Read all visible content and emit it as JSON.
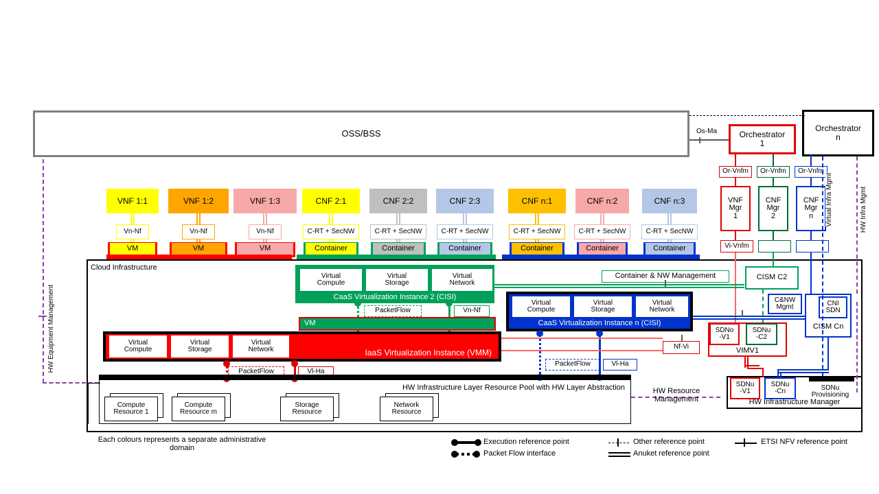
{
  "top": {
    "ossbss": "OSS/BSS",
    "os_ma": "Os-Ma",
    "orchestrator1": "Orchestrator",
    "orchestrator1_n": "1",
    "orchestrator_n": "Orchestrator",
    "orchestrator_n_n": "n"
  },
  "functions": [
    {
      "name": "VNF 1:1",
      "color": "#ffff00",
      "iface": "Vn-Nf",
      "exec": "VM",
      "exec_bg": "#ffff00",
      "exec_border": "#ff0000"
    },
    {
      "name": "VNF 1:2",
      "color": "#ffa500",
      "iface": "Vn-Nf",
      "exec": "VM",
      "exec_bg": "#ffa500",
      "exec_border": "#ff0000"
    },
    {
      "name": "VNF 1:3",
      "color": "#f7a8a8",
      "iface": "Vn-Nf",
      "exec": "VM",
      "exec_bg": "#f7a8a8",
      "exec_border": "#ff0000"
    },
    {
      "name": "CNF 2:1",
      "color": "#ffff00",
      "iface": "C-RT + SecNW",
      "exec": "Container",
      "exec_bg": "#ffff00",
      "exec_border": "#00a05a"
    },
    {
      "name": "CNF 2:2",
      "color": "#bfbfbf",
      "iface": "C-RT + SecNW",
      "exec": "Container",
      "exec_bg": "#bfbfbf",
      "exec_border": "#00a05a"
    },
    {
      "name": "CNF 2:3",
      "color": "#b4c7e7",
      "iface": "C-RT + SecNW",
      "exec": "Container",
      "exec_bg": "#b4c7e7",
      "exec_border": "#00a05a"
    },
    {
      "name": "CNF n:1",
      "color": "#ffc000",
      "iface": "C-RT + SecNW",
      "exec": "Container",
      "exec_bg": "#ffc000",
      "exec_border": "#0033cc"
    },
    {
      "name": "CNF n:2",
      "color": "#f7a8a8",
      "iface": "C-RT + SecNW",
      "exec": "Container",
      "exec_bg": "#f7a8a8",
      "exec_border": "#0033cc"
    },
    {
      "name": "CNF n:3",
      "color": "#b4c7e7",
      "iface": "C-RT + SecNW",
      "exec": "Container",
      "exec_bg": "#b4c7e7",
      "exec_border": "#0033cc"
    }
  ],
  "cloud": {
    "title": "Cloud Infrastructure",
    "cisi2": {
      "label": "CaaS Virtualization Instance 2 (CISI)",
      "resources": [
        "Virtual Compute",
        "Virtual Storage",
        "Virtual Network"
      ],
      "vm_label": "VM",
      "iface_packetflow": "PacketFlow",
      "iface_vnnf": "Vn-Nf"
    },
    "cisin": {
      "label": "CaaS Virtualization Instance n (CISI)",
      "resources": [
        "Virtual Compute",
        "Virtual Storage",
        "Virtual Network"
      ],
      "iface_packetflow": "PacketFlow",
      "iface_vlha": "Vl-Ha"
    },
    "vmm": {
      "label": "IaaS Virtualization Instance (VMM)",
      "resources": [
        "Virtual Compute",
        "Virtual Storage",
        "Virtual Network"
      ],
      "iface_packetflow": "PacketFlow",
      "iface_vlha": "Vl-Ha"
    },
    "hw_pool": {
      "label": "HW Infrastructure Layer Resource Pool with HW Layer Abstraction",
      "resources": [
        "Compute Resource 1",
        "Compute Resource m",
        "Storage Resource",
        "Network Resource"
      ]
    }
  },
  "management": {
    "or_vnfm": "Or-Vnfm",
    "vi_vnfm": "Vi-Vnfm",
    "nf_vi": "Nf-Vi",
    "managers": [
      {
        "l1": "VNF",
        "l2": "Mgr",
        "l3": "1",
        "color": "#e00000"
      },
      {
        "l1": "CNF",
        "l2": "Mgr",
        "l3": "2",
        "color": "#006b33"
      },
      {
        "l1": "CNF",
        "l2": "Mgr",
        "l3": "n",
        "color": "#0033cc"
      }
    ],
    "container_nw_mgmt": "Container & NW Management",
    "cism_c2": "CISM C2",
    "cnw_mgmt_1": "C&NW",
    "cnw_mgmt_2": "Mgmt",
    "cni_1": "CNI",
    "cni_2": "SDN",
    "cism_cn": "CISM Cn",
    "sdno_v1_1": "SDNo",
    "sdno_v1_2": "-V1",
    "sdnu_c2_1": "SDNu",
    "sdnu_c2_2": "-C2",
    "vimv1": "VIMV1",
    "sdnu_v1_1": "SDNu",
    "sdnu_v1_2": "-V1",
    "sdnu_cn_1": "SDNu",
    "sdnu_cn_2": "-Cn",
    "sdnu_prov_1": "SDNu",
    "sdnu_prov_2": "Provisioning",
    "hw_infra_manager": "HW Infrastructure Manager",
    "virtual_infra_mgmt": "Virtual Infra Mgmt",
    "hw_infra_mgmt": "HW Infra Mgmt",
    "hw_equipment_management": "HW Equipment Management",
    "hw_resource_management_1": "HW Resource",
    "hw_resource_management_2": "Management"
  },
  "legend": {
    "note": "Each colours represents a separate administrative domain",
    "items": [
      "Execution reference point",
      "Packet Flow interface",
      "Other reference point",
      "Anuket reference point",
      "ETSI NFV reference point"
    ]
  },
  "colors": {
    "red": "#e00000",
    "green": "#00a05a",
    "blue": "#0033cc",
    "purple": "#8b3fa8",
    "grey": "#7f7f7f",
    "black": "#000000"
  }
}
